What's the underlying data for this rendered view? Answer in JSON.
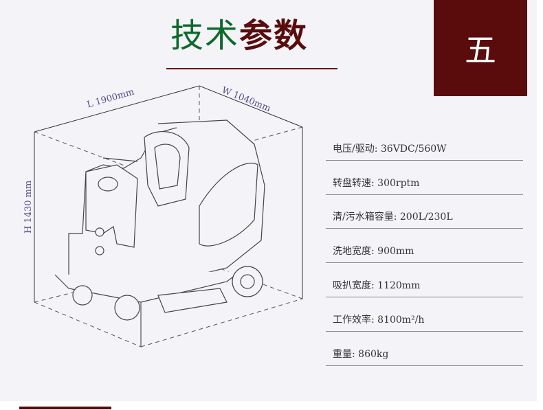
{
  "header": {
    "title_light": "技术",
    "title_bold": "参数",
    "section_number": "五"
  },
  "dimensions": {
    "length": "L 1900mm",
    "width": "W 1040mm",
    "height": "H 1430 mm"
  },
  "specs": [
    "电压/驱动: 36VDC/560W",
    "转盘转速: 300rptm",
    "清/污水箱容量:  200L/230L",
    "洗地宽度: 900mm",
    "吸扒宽度:  1120mm",
    "工作效率:  8100m²/h",
    "重量: 860kg"
  ],
  "colors": {
    "accent": "#5a0b0b",
    "title_green": "#0d6a2a",
    "background": "#f3f3f8",
    "dimension_text": "#5c4a8a"
  }
}
